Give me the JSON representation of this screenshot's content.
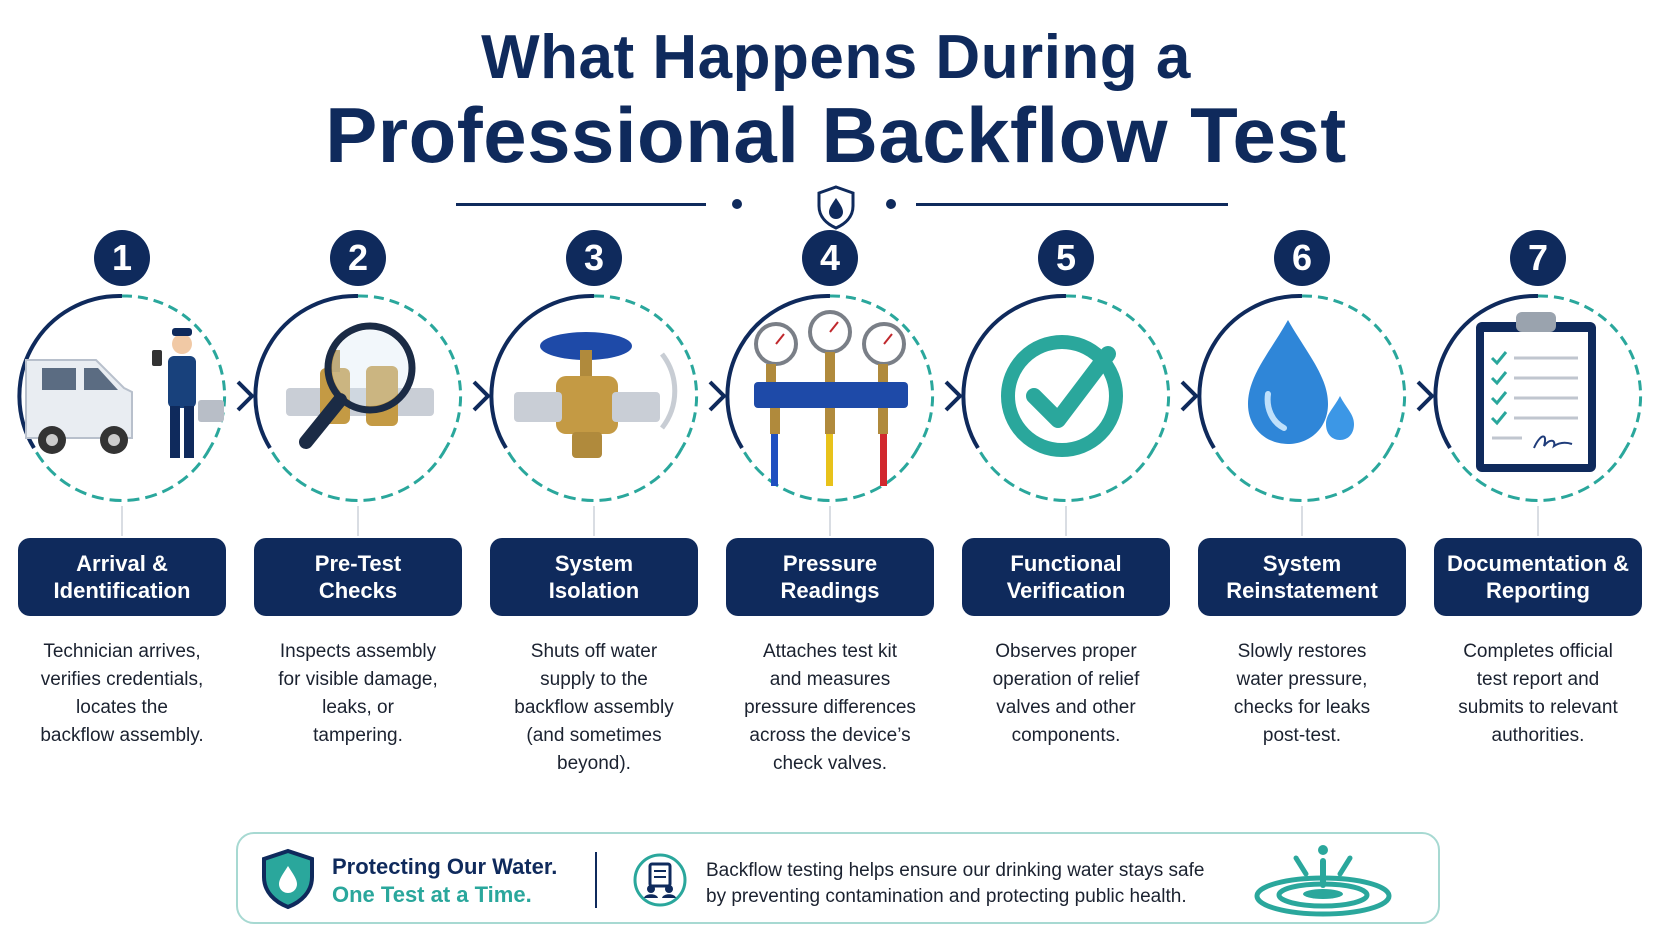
{
  "title": {
    "line1": "What Happens During a",
    "line2": "Professional Backflow Test"
  },
  "colors": {
    "navy": "#0f2a5c",
    "teal": "#2aa79c",
    "light_teal": "#a7d9d2"
  },
  "steps": [
    {
      "number": "1",
      "title": "Arrival &\nIdentification",
      "description": "Technician arrives,\nverifies credentials,\nlocates the\nbackflow assembly.",
      "icon": "technician-van-icon"
    },
    {
      "number": "2",
      "title": "Pre-Test\nChecks",
      "description": "Inspects assembly\nfor visible damage,\nleaks, or\ntampering.",
      "icon": "magnifier-valve-icon"
    },
    {
      "number": "3",
      "title": "System\nIsolation",
      "description": "Shuts off water\nsupply to the\nbackflow assembly\n(and sometimes\nbeyond).",
      "icon": "shutoff-valve-icon"
    },
    {
      "number": "4",
      "title": "Pressure\nReadings",
      "description": "Attaches test kit\nand measures\npressure differences\nacross the device’s\ncheck valves.",
      "icon": "pressure-gauges-icon"
    },
    {
      "number": "5",
      "title": "Functional\nVerification",
      "description": "Observes proper\noperation of relief\nvalves and other\ncomponents.",
      "icon": "checkmark-icon"
    },
    {
      "number": "6",
      "title": "System\nReinstatement",
      "description": "Slowly restores\nwater pressure,\nchecks for leaks\npost-test.",
      "icon": "water-drop-icon"
    },
    {
      "number": "7",
      "title": "Documentation &\nReporting",
      "description": "Completes official\ntest report and\nsubmits to relevant\nauthorities.",
      "icon": "clipboard-icon"
    }
  ],
  "footer": {
    "tagline_line1": "Protecting Our Water.",
    "tagline_line2": "One Test at a Time.",
    "message": "Backflow testing helps ensure our drinking water stays safe\nby preventing contamination and protecting public health."
  }
}
